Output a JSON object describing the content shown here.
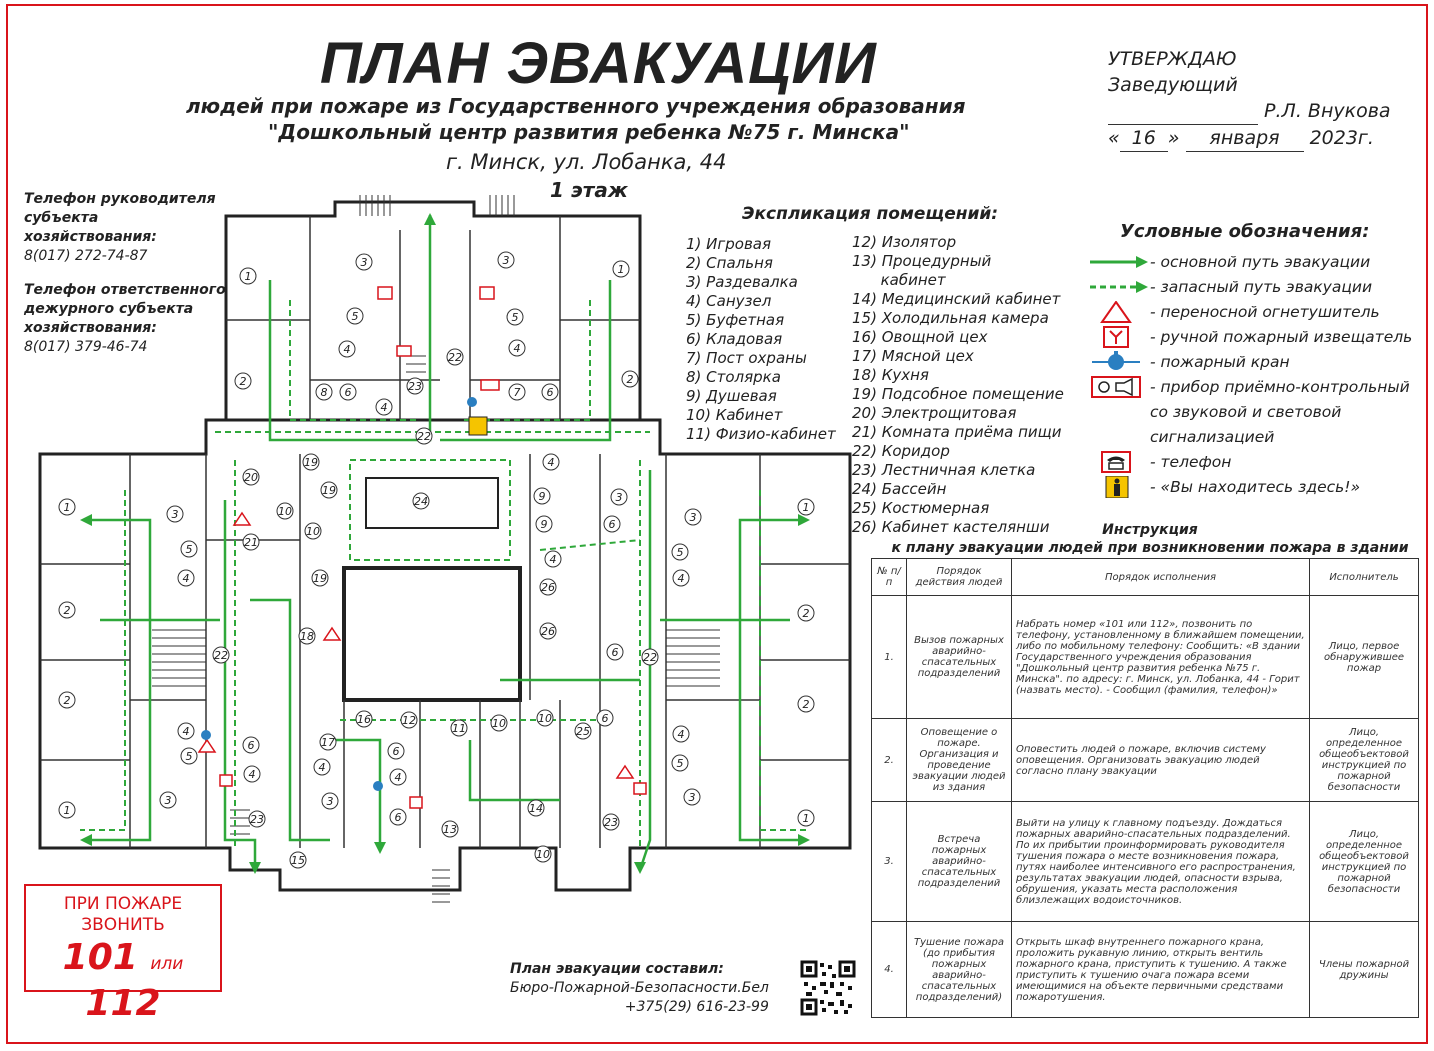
{
  "header": {
    "title": "ПЛАН ЭВАКУАЦИИ",
    "subtitle_line1": "людей при пожаре из Государственного учреждения образования",
    "subtitle_line2": "\"Дошкольный центр развития ребенка №75 г. Минска\"",
    "address": "г. Минск, ул. Лобанка, 44",
    "floor": "1 этаж"
  },
  "approval": {
    "line1": "УТВЕРЖДАЮ",
    "line2": "Заведующий",
    "signer": "Р.Л. Внукова",
    "day": "16",
    "month": "января",
    "year": "2023г."
  },
  "phones": {
    "head_label_1": "Телефон руководителя",
    "head_label_2": "субъекта",
    "head_label_3": "хозяйствования:",
    "head_number": "8(017) 272-74-87",
    "duty_label_1": "Телефон ответственного",
    "duty_label_2": "дежурного субъекта",
    "duty_label_3": "хозяйствования:",
    "duty_number": "8(017) 379-46-74"
  },
  "explication": {
    "title": "Экспликация помещений:",
    "col1": [
      "1) Игровая",
      "2) Спальня",
      "3) Раздевалка",
      "4) Санузел",
      "5) Буфетная",
      "6) Кладовая",
      "7) Пост охраны",
      "8) Столярка",
      "9) Душевая",
      "10) Кабинет",
      "11) Физио-кабинет"
    ],
    "col2": [
      "12) Изолятор",
      "13) Процедурный",
      "      кабинет",
      "14) Медицинский кабинет",
      "15) Холодильная камера",
      "16) Овощной цех",
      "17) Мясной цех",
      "18) Кухня",
      "19) Подсобное помещение",
      "20) Электрощитовая",
      "21) Комната приёма пищи",
      "22) Коридор",
      "23) Лестничная клетка",
      "24) Бассейн",
      "25) Костюмерная",
      "26) Кабинет кастелянши"
    ]
  },
  "legend": {
    "title": "Условные обозначения:",
    "items": [
      {
        "icon": "main-route-arrow-icon",
        "label": "- основной путь эвакуации"
      },
      {
        "icon": "spare-route-arrow-icon",
        "label": "- запасный путь эвакуации"
      },
      {
        "icon": "fire-extinguisher-icon",
        "label": "- переносной огнетушитель"
      },
      {
        "icon": "manual-fire-alarm-icon",
        "label": "- ручной пожарный извещатель"
      },
      {
        "icon": "fire-hydrant-icon",
        "label": "- пожарный кран"
      },
      {
        "icon": "alarm-control-panel-icon",
        "label": "- прибор приёмно-контрольный"
      },
      {
        "icon": "",
        "label": "со звуковой и световой"
      },
      {
        "icon": "",
        "label": "сигнализацией"
      },
      {
        "icon": "telephone-icon",
        "label": "- телефон"
      },
      {
        "icon": "you-are-here-icon",
        "label": "- «Вы находитесь здесь!»"
      }
    ],
    "colors": {
      "route": "#2fa83a",
      "alert": "#d9141b",
      "here": "#f5c400",
      "hydrant": "#2a7fc1"
    }
  },
  "instruction": {
    "title_1": "Инструкция",
    "title_2": "к плану эвакуации людей при возникновении пожара в здании",
    "headers": [
      "№ п/п",
      "Порядок действия людей",
      "Порядок исполнения",
      "Исполнитель"
    ],
    "rows": [
      {
        "num": "1.",
        "action": "Вызов пожарных аварийно-спасательных подразделений",
        "exec": "Набрать номер «101 или 112», позвонить по телефону, установленному в ближайшем помещении, либо по мобильному телефону: Сообщить: «В здании Государственного учреждения образования \"Дошкольный центр развития ребенка №75 г. Минска\". по адресу: г. Минск, ул. Лобанка, 44 - Горит (назвать место). - Сообщил (фамилия, телефон)»",
        "who": "Лицо, первое обнаружившее пожар"
      },
      {
        "num": "2.",
        "action": "Оповещение о пожаре. Организация и проведение эвакуации людей из здания",
        "exec": "Оповестить людей о пожаре, включив систему оповещения. Организовать эвакуацию людей согласно плану эвакуации",
        "who": "Лицо, определенное общеобъектовой инструкцией по пожарной безопасности"
      },
      {
        "num": "3.",
        "action": "Встреча пожарных аварийно-спасательных подразделений",
        "exec": "Выйти на улицу к главному подъезду. Дождаться пожарных аварийно-спасательных подразделений. По их прибытии проинформировать руководителя тушения пожара о месте возникновения пожара, путях наиболее интенсивного его распространения, результатах эвакуации людей, опасности взрыва, обрушения, указать места расположения близлежащих водоисточников.",
        "who": "Лицо, определенное общеобъектовой инструкцией по пожарной безопасности"
      },
      {
        "num": "4.",
        "action": "Тушение пожара (до прибытия пожарных аварийно-спасательных подразделений)",
        "exec": "Открыть шкаф внутреннего пожарного крана, проложить рукавную линию, открыть вентиль пожарного крана, приступить к тушению. А также приступить к тушению очага пожара всеми имеющимися на объекте первичными средствами пожаротушения.",
        "who": "Члены пожарной дружины"
      }
    ]
  },
  "fire_call": {
    "line1": "ПРИ ПОЖАРЕ",
    "line2": "ЗВОНИТЬ",
    "num1": "101",
    "or": "или",
    "num2": "112"
  },
  "compiled_by": {
    "label": "План эвакуации составил:",
    "org": "Бюро-Пожарной-Безопасности.Бел",
    "phone": "+375(29) 616-23-99"
  },
  "plan": {
    "room_numbers": [
      "1",
      "2",
      "3",
      "4",
      "5",
      "6",
      "7",
      "8",
      "9",
      "10",
      "11",
      "12",
      "13",
      "14",
      "15",
      "16",
      "17",
      "18",
      "19",
      "20",
      "21",
      "22",
      "23",
      "24",
      "25",
      "26"
    ]
  }
}
